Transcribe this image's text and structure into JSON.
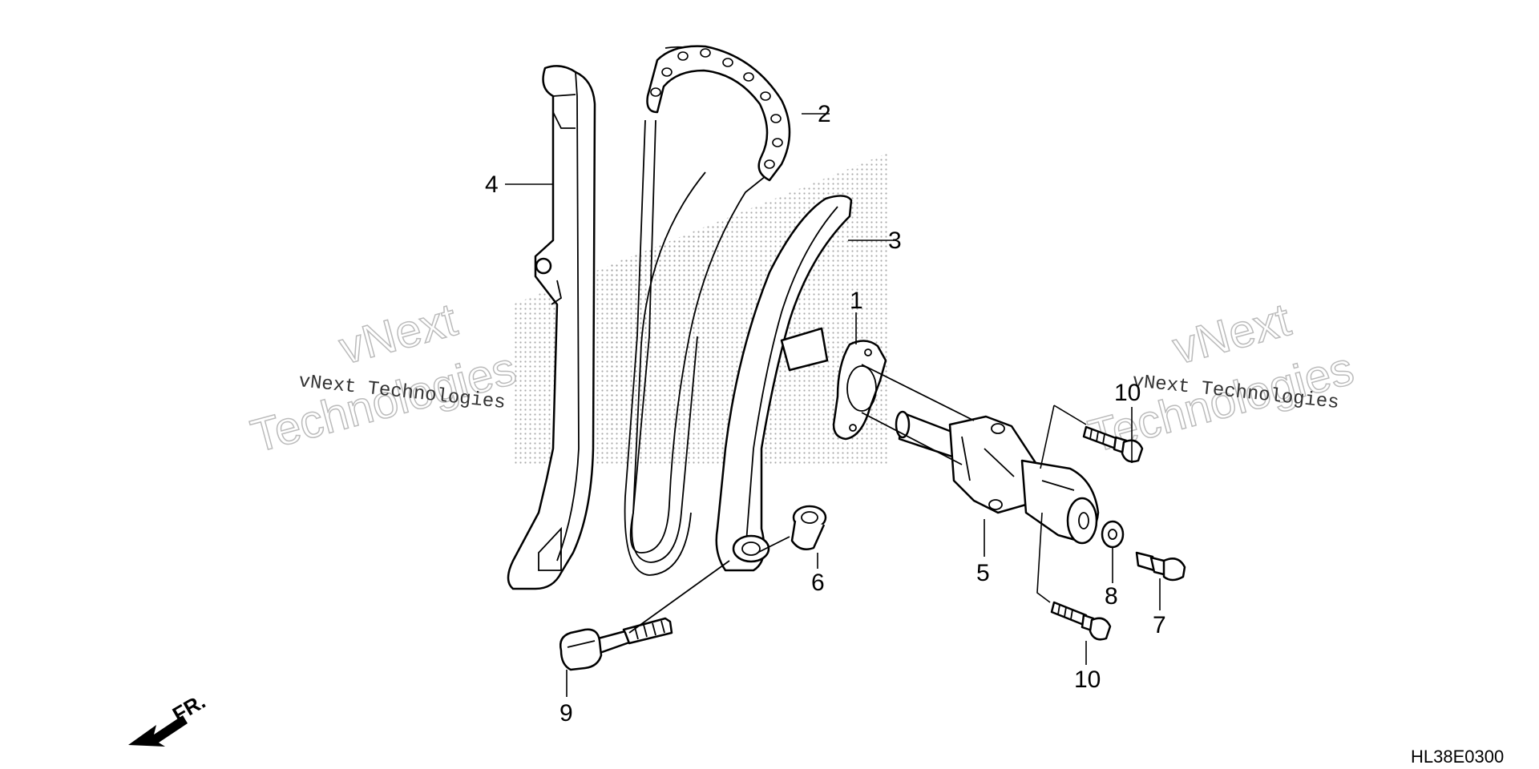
{
  "diagram": {
    "code": "HL38E0300",
    "front_label": "FR.",
    "watermarks": {
      "small": "vNext Technologies",
      "big_line1": "vNext",
      "big_line2": "Technologies"
    },
    "callouts": {
      "c1": "1",
      "c2": "2",
      "c3": "3",
      "c4": "4",
      "c5": "5",
      "c6": "6",
      "c7": "7",
      "c8": "8",
      "c9": "9",
      "c10a": "10",
      "c10b": "10"
    }
  }
}
